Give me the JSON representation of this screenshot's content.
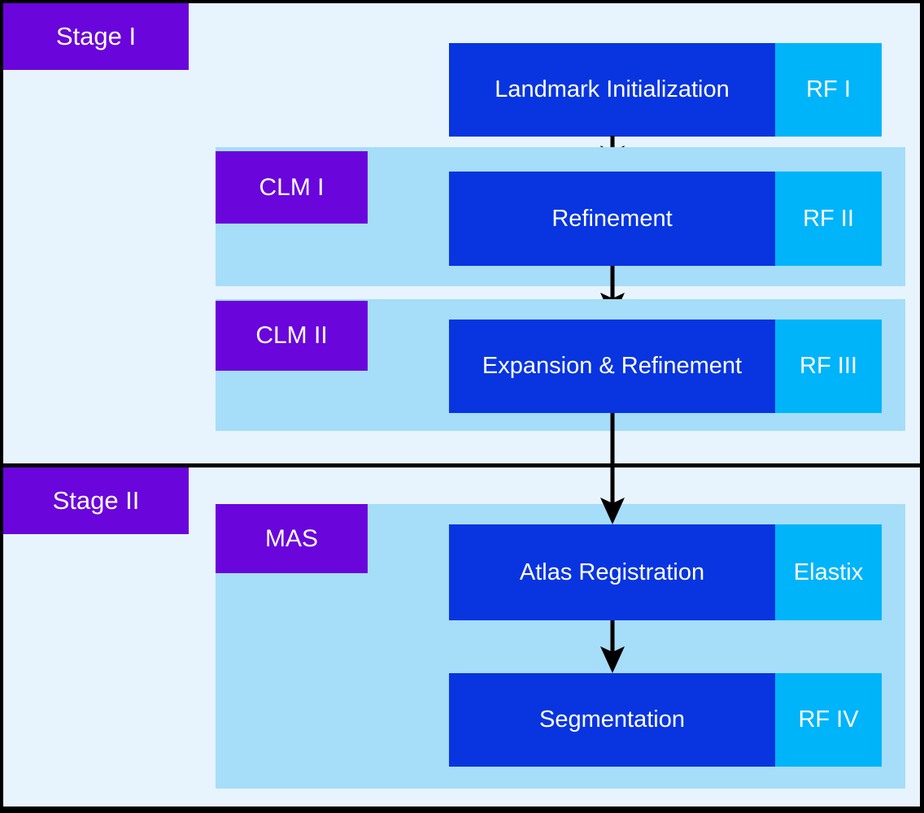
{
  "colors": {
    "background": "#e7f4fd",
    "group_container": "#a6ddf8",
    "step_box": "#0835e0",
    "method_tag": "#00b4fa",
    "stage_label": "#6a05dc",
    "text": "#ffffff",
    "line": "#000000"
  },
  "stages": [
    {
      "label": "Stage I"
    },
    {
      "label": "Stage II"
    }
  ],
  "groups": [
    {
      "label": "CLM I"
    },
    {
      "label": "CLM II"
    },
    {
      "label": "MAS"
    }
  ],
  "steps": [
    {
      "title": "Landmark Initialization",
      "tag": "RF I"
    },
    {
      "title": "Refinement",
      "tag": "RF II"
    },
    {
      "title": "Expansion & Refinement",
      "tag": "RF III"
    },
    {
      "title": "Atlas Registration",
      "tag": "Elastix"
    },
    {
      "title": "Segmentation",
      "tag": "RF IV"
    }
  ]
}
